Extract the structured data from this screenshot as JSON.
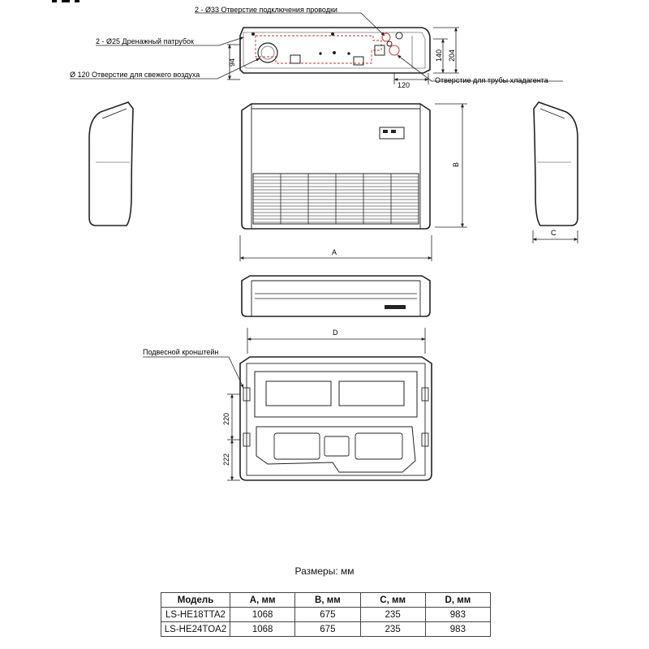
{
  "top_view": {
    "labels": {
      "wiring_hole": "2 - Ø33 Отверстие подключения проводки",
      "drain_pipe": "2 - Ø25 Дренажный патрубок",
      "fresh_air_hole": "Ø 120 Отверстие для свежего воздуха",
      "refrigerant_hole": "Отверстие для трубы хладагента"
    },
    "dims": {
      "d94": "94",
      "d120": "120",
      "d140": "140",
      "d204": "204"
    }
  },
  "front_view": {
    "dims": {
      "a": "A",
      "b": "B",
      "c": "C"
    }
  },
  "bottom_view": {
    "labels": {
      "bracket": "Подвесной кронштейн"
    },
    "dims": {
      "d": "D",
      "d220": "220",
      "d222": "222"
    }
  },
  "caption": "Размеры: мм",
  "table": {
    "headers": [
      "Модель",
      "A, мм",
      "B, мм",
      "C, мм",
      "D, мм"
    ],
    "rows": [
      [
        "LS-HE18TTA2",
        "1068",
        "675",
        "235",
        "983"
      ],
      [
        "LS-HE24TOA2",
        "1068",
        "675",
        "235",
        "983"
      ]
    ]
  }
}
